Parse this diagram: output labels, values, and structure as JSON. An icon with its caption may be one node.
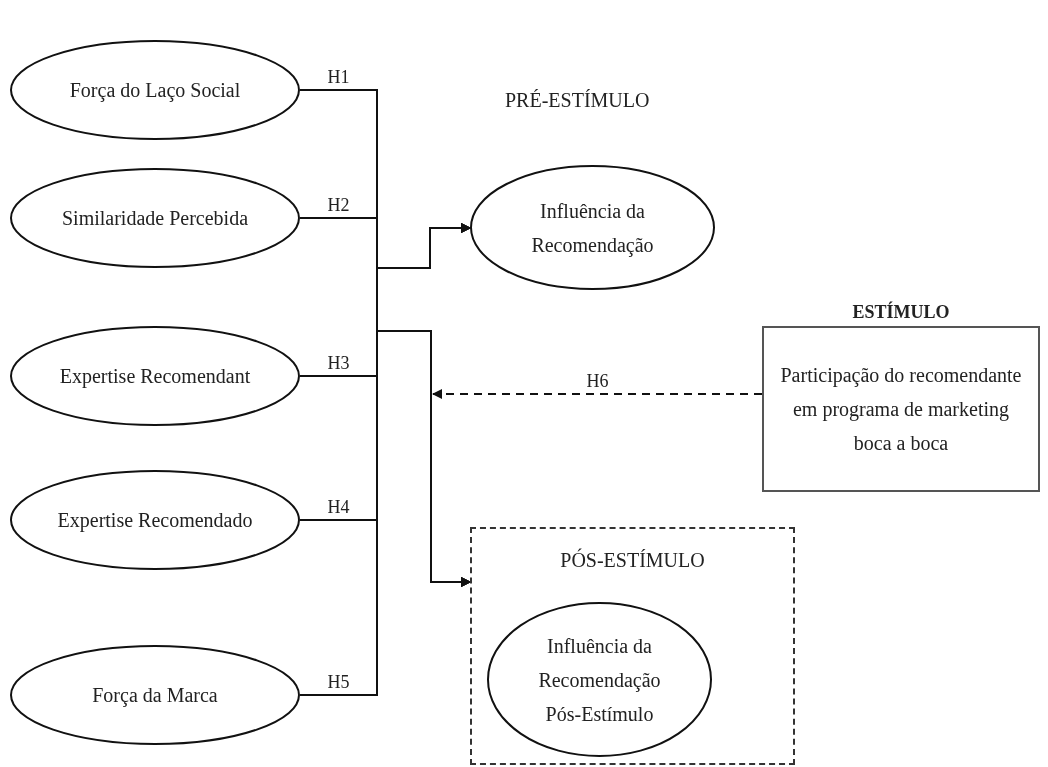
{
  "diagram": {
    "nodes": [
      {
        "text": [
          "Força do Laço Social"
        ]
      },
      {
        "text": [
          "Similaridade Percebida"
        ]
      },
      {
        "text": [
          "Expertise Recomendant"
        ]
      },
      {
        "text": [
          "Expertise Recomendado"
        ]
      },
      {
        "text": [
          "Força da Marca"
        ]
      },
      {
        "text": [
          "Influência da Recomendação"
        ],
        "beside": [
          "PRÉ-ESTÍMULO"
        ]
      },
      {
        "text": [
          "ESTÍMULO",
          "Participação do recomendante em programa de marketing boca a boca"
        ]
      },
      {
        "text": [
          "PÓS-ESTÍMULO"
        ]
      },
      {
        "text": [
          "Influência da Recomendação Pós-Estímulo"
        ],
        "in": 7
      }
    ],
    "edges": [
      {
        "from": 0,
        "to": 5,
        "arrow": "to",
        "label": "H1"
      },
      {
        "from": 1,
        "to": 5,
        "arrow": "to",
        "label": "H2"
      },
      {
        "from": 2,
        "to": 5,
        "arrow": "to",
        "label": "H3"
      },
      {
        "from": 3,
        "to": 5,
        "arrow": "to",
        "label": "H4"
      },
      {
        "from": 4,
        "to": 5,
        "arrow": "to",
        "label": "H5"
      },
      {
        "from": 0,
        "to": 7,
        "arrow": "to"
      },
      {
        "from": 1,
        "to": 7,
        "arrow": "to"
      },
      {
        "from": 2,
        "to": 7,
        "arrow": "to"
      },
      {
        "from": 3,
        "to": 7,
        "arrow": "to"
      },
      {
        "from": 4,
        "to": 7,
        "arrow": "to"
      },
      {
        "from": 6,
        "to": null,
        "arrow": "to",
        "label": "H6",
        "style": "dashed"
      }
    ]
  }
}
